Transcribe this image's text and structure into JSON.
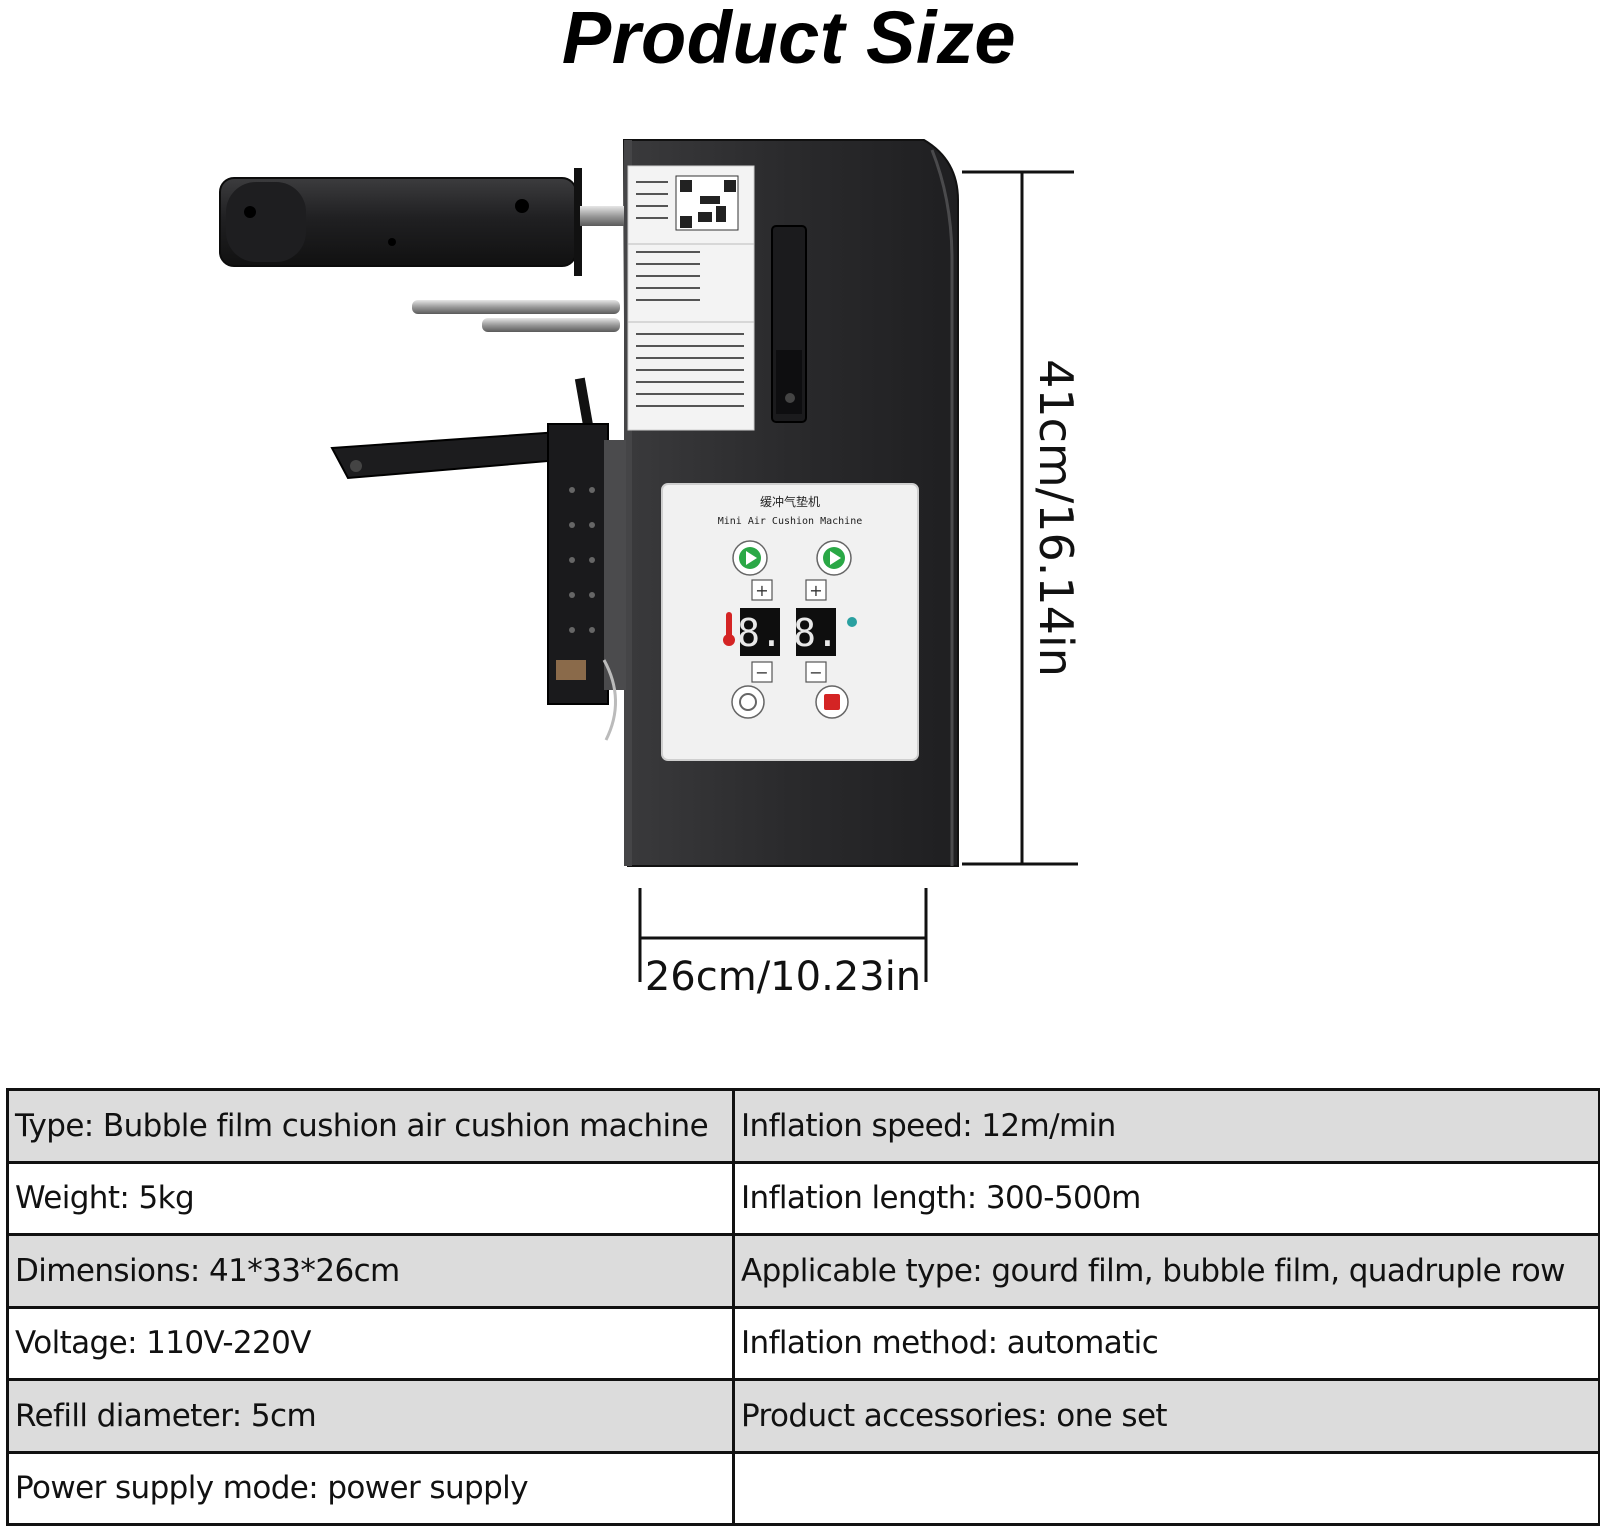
{
  "header": {
    "title": "Product Size"
  },
  "dimensions": {
    "height_label": "41cm/16.14in",
    "width_label": "26cm/10.23in"
  },
  "panel": {
    "label_cn": "缓冲气垫机",
    "label_en": "Mini Air Cushion Machine",
    "display_left": "8.",
    "display_right": "8.",
    "plus": "+",
    "minus": "−"
  },
  "specs": {
    "rows": [
      {
        "left": "Type: Bubble film cushion air cushion machine",
        "right": "Inflation speed: 12m/min"
      },
      {
        "left": "Weight: 5kg",
        "right": "Inflation length: 300-500m"
      },
      {
        "left": "Dimensions: 41*33*26cm",
        "right": "Applicable type: gourd film, bubble film, quadruple row"
      },
      {
        "left": "Voltage: 110V-220V",
        "right": "Inflation method: automatic"
      },
      {
        "left": "Refill diameter: 5cm",
        "right": "Product accessories: one set"
      },
      {
        "left": "Power supply mode: power supply",
        "right": ""
      }
    ]
  },
  "colors": {
    "machine_body": "#2b2b2d",
    "panel_face": "#f1f1f1",
    "shaded_row": "#dcdcdc",
    "play_green": "#2aa846",
    "stop_red": "#d42424"
  }
}
